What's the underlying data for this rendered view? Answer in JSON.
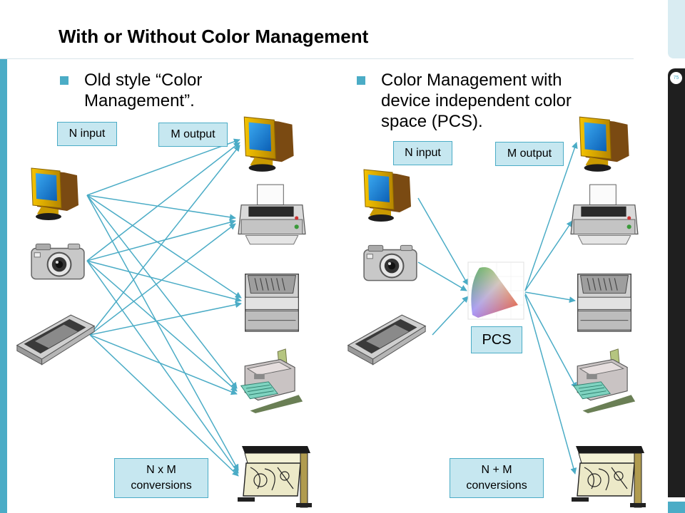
{
  "slide": {
    "title": "With or Without Color Management",
    "page_number": "75"
  },
  "left": {
    "bullet": "Old style “Color Management”.",
    "input_label": "N input",
    "output_label": "M output",
    "conversions_label": "N x M conversions"
  },
  "right": {
    "bullet": "Color Management with device independent color space (PCS).",
    "input_label": "N input",
    "output_label": "M output",
    "hub_label": "PCS",
    "conversions_label": "N + M conversions"
  },
  "devices": {
    "inputs": [
      "monitor-icon",
      "camera-icon",
      "scanner-icon"
    ],
    "outputs": [
      "monitor-icon",
      "inkjet-printer-icon",
      "laser-printer-icon",
      "fax-machine-icon",
      "plotter-icon"
    ]
  },
  "colors": {
    "accent": "#4bacc6",
    "label_fill": "#c6e7f0",
    "arrow": "#4bacc6"
  }
}
